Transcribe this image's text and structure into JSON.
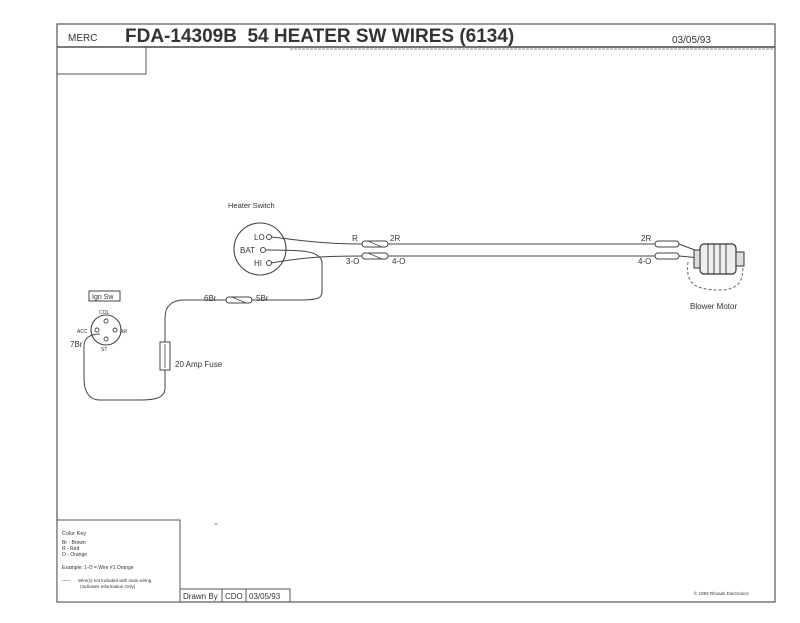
{
  "header": {
    "make": "MERC",
    "title": "FDA-14309B  54 HEATER SW WIRES (6134)",
    "date": "03/05/93"
  },
  "components": {
    "heater_switch": {
      "label": "Heater Switch",
      "term_lo": "LO",
      "term_bat": "BAT",
      "term_hi": "HI"
    },
    "ign_switch": {
      "label": "Ign Sw",
      "term_col": "COL",
      "term_acc": "ACC",
      "term_alt": "AR",
      "term_st": "ST"
    },
    "fuse": {
      "label": "20 Amp Fuse"
    },
    "blower_motor": {
      "label": "Blower Motor"
    }
  },
  "wires": {
    "lo_left": "R",
    "lo_right": "2R",
    "hi_left": "3-O",
    "hi_right": "4-O",
    "motor_top": "2R",
    "motor_bottom": "4-O",
    "bat_left": "6Br",
    "bat_right": "5Br",
    "ign_wire": "7Br"
  },
  "color_key": {
    "title": "Color Key",
    "items": [
      "Br - Brown",
      "R - Red",
      "O - Orange"
    ],
    "example": "Example: 1-O = Wire #1 Orange",
    "legend_dash": "-----",
    "note_line1": "Wire(s) not included with main wiring.",
    "note_line2": "(Indicates Information Only)"
  },
  "footer": {
    "drawn_by_label": "Drawn By",
    "drawn_by": "CDO",
    "drawn_date": "03/05/93",
    "copyright": "© 1993 Rhoads Electronics"
  }
}
